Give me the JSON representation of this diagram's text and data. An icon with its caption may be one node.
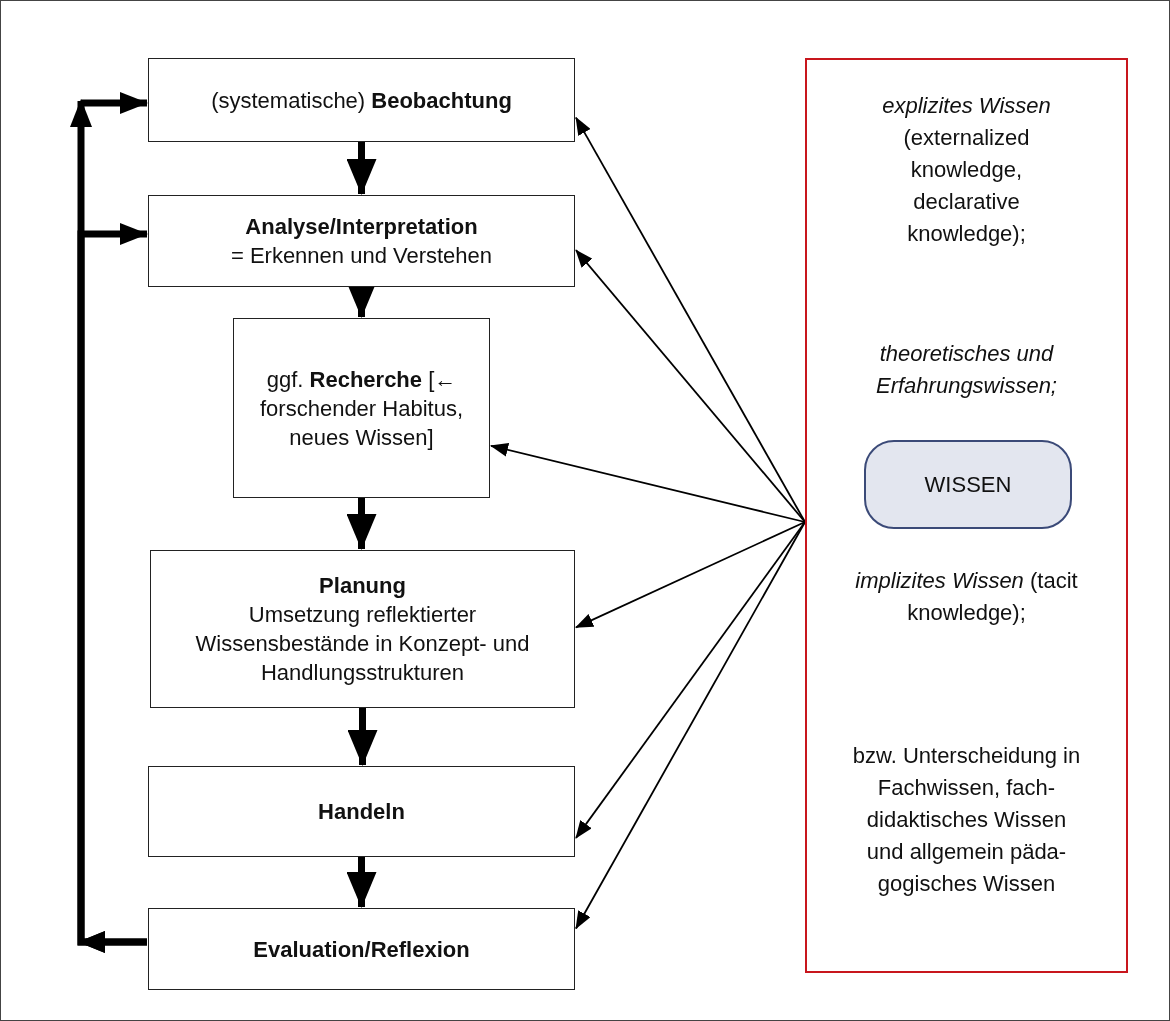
{
  "diagram": {
    "nodes": [
      {
        "text": [
          "(systematische) **Beobachtung**"
        ]
      },
      {
        "text": [
          "Analyse/Interpretation",
          "= Erkennen und Verstehen"
        ]
      },
      {
        "text": [
          "ggf. **Recherche** [← forschender Habitus, neues Wissen]"
        ]
      },
      {
        "text": [
          "Planung",
          "Umsetzung reflektierter Wissensbestände in Konzept- und Handlungsstrukturen"
        ]
      },
      {
        "text": [
          "Handeln"
        ]
      },
      {
        "text": [
          "Evaluation/Reflexion"
        ]
      },
      {
        "text": [
          "*explizites Wissen* (externalized knowledge, declarative knowledge);",
          "theoretisches und Erfahrungswissen;",
          "*implizites Wissen* (tacit knowledge);",
          "bzw. Unterscheidung in Fachwissen, fach-didaktisches Wissen und allgemein päda-gogisches Wissen"
        ]
      },
      {
        "text": [
          "WISSEN"
        ],
        "in": 6
      }
    ],
    "edges": [
      {
        "from": 0,
        "to": 1,
        "arrow": "to"
      },
      {
        "from": 1,
        "to": 2,
        "arrow": "to"
      },
      {
        "from": 2,
        "to": 3,
        "arrow": "to"
      },
      {
        "from": 3,
        "to": 4,
        "arrow": "to"
      },
      {
        "from": 4,
        "to": 5,
        "arrow": "to"
      },
      {
        "from": 5,
        "to": 0,
        "arrow": "to"
      },
      {
        "from": 5,
        "to": 1,
        "arrow": "to"
      },
      {
        "from": 6,
        "to": 0,
        "arrow": "to"
      },
      {
        "from": 6,
        "to": 1,
        "arrow": "to"
      },
      {
        "from": 6,
        "to": 2,
        "arrow": "to"
      },
      {
        "from": 6,
        "to": 3,
        "arrow": "to"
      },
      {
        "from": 6,
        "to": 4,
        "arrow": "to"
      },
      {
        "from": 6,
        "to": 5,
        "arrow": "to"
      }
    ]
  }
}
